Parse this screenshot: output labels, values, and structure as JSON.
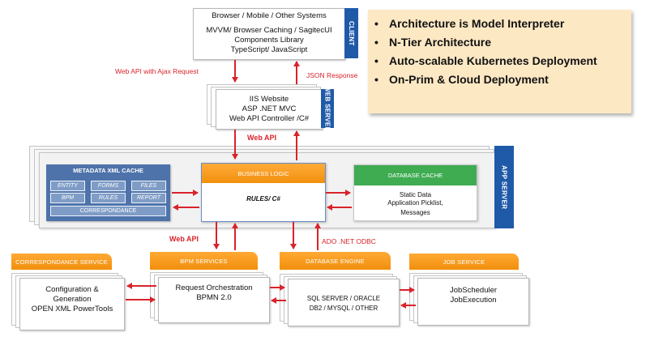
{
  "client": {
    "tab": "CLIENT",
    "line1": "Browser / Mobile / Other Systems",
    "line2": "MVVM/ Browser Caching / SagitecUI",
    "line3": "Components Library",
    "line4": "TypeScript/ JavaScript"
  },
  "notes": {
    "items": [
      "Architecture is Model Interpreter",
      "N-Tier Architecture",
      "Auto-scalable Kubernetes Deployment",
      "On-Prim & Cloud Deployment"
    ]
  },
  "labels": {
    "webapi_ajax": "Web API with Ajax Request",
    "json_response": "JSON Response",
    "webapi_1": "Web API",
    "webapi_2": "Web API",
    "ado": "ADO .NET  ODBC"
  },
  "webserver": {
    "tab": "WEB SERVER",
    "line1": "IIS Website",
    "line2": "ASP .NET MVC",
    "line3": "Web API Controller /C#"
  },
  "appserver": {
    "tab": "APP SERVER"
  },
  "metadata": {
    "title": "METADATA XML CACHE",
    "chips": [
      "ENTITY",
      "FORMS",
      "FILES",
      "BPM",
      "RULES",
      "REPORT"
    ],
    "footer": "CORRESPONDANCE"
  },
  "business": {
    "title": "BUSINESS LOGIC",
    "body": "RULES/ C#"
  },
  "dbcache": {
    "title": "DATABASE  CACHE",
    "line1": "Static Data",
    "line2": "Application Picklist,",
    "line3": "Messages"
  },
  "corr": {
    "title": "CORRESPONDANCE SERVICE",
    "line1": "Configuration &",
    "line2": "Generation",
    "line3": "OPEN XML PowerTools"
  },
  "bpm": {
    "title": "BPM SERVICES",
    "line1": "Request Orchestration",
    "line2": "BPMN 2.0"
  },
  "dbengine": {
    "title": "DATABASE ENGINE",
    "line1": "SQL SERVER  / ORACLE",
    "line2": "DB2 / MYSQL  / OTHER"
  },
  "job": {
    "title": "JOB SERVICE",
    "line1": "JobScheduler",
    "line2": "JobExecution"
  },
  "colors": {
    "arrow": "#d9232a",
    "tab_blue": "#1f5aa8",
    "orange": "#f39a1c",
    "green": "#3fac52",
    "metadata_blue": "#4e73aa",
    "note_bg": "#fde8c4"
  }
}
